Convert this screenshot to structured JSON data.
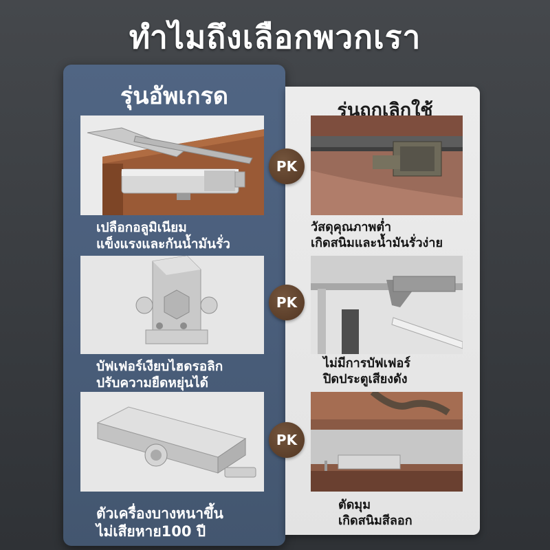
{
  "headline": "ทำไมถึงเลือกพวกเรา",
  "upgraded": {
    "title": "รุ่นอัพเกรด",
    "features": [
      {
        "line1": "เปลือกอลูมิเนียม",
        "line2": "แข็งแรงและกันน้ำมันรั่ว",
        "image": "door-closer-arm-photo"
      },
      {
        "line1": "บัฟเฟอร์เงียบไฮดรอลิก",
        "line2": "ปรับความยืดหยุ่นได้",
        "image": "door-closer-front-photo"
      },
      {
        "line1": "ตัวเครื่องบางหนาขึ้น",
        "line2": "ไม่เสียหาย100 ปี",
        "image": "door-closer-body-photo"
      }
    ]
  },
  "obsolete": {
    "title": "รุ่นถูกเลิกใช้",
    "items": [
      {
        "line1": "วัสดุคุณภาพต่ำ",
        "line2": "เกิดสนิมและน้ำมันรั่วง่าย",
        "image": "rusty-closer-photo"
      },
      {
        "line1": "ไม่มีการบัฟเฟอร์",
        "line2": "ปิดประตูเสียงดัง",
        "image": "broken-arm-photo"
      },
      {
        "line1": "ตัดมุม",
        "line2": "เกิดสนิมสีลอก",
        "image": "peeling-closer-photo"
      }
    ]
  },
  "vs_label": "PK",
  "colors": {
    "background": "#3f4246",
    "left_panel": "#4b5f7c",
    "right_panel": "#e8e8e8",
    "pk_badge": "#5e412b"
  }
}
